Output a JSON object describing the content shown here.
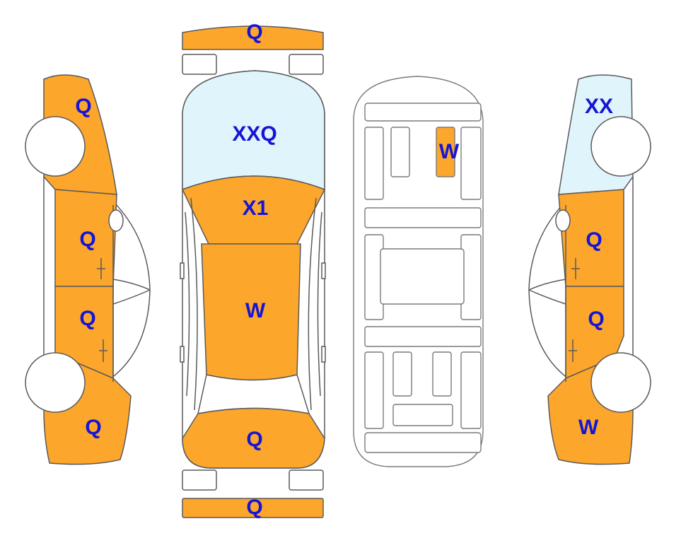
{
  "colors": {
    "damage_fill": "#FCA62C",
    "glass_damage_fill": "#E0F4FB",
    "outline": "#5A5A5A",
    "panel_outline": "#7A7A7A",
    "label_text": "#1515D6",
    "background": "#FFFFFF"
  },
  "labels": {
    "front_bumper": "Q",
    "windshield": "XXQ",
    "hood": "X1",
    "roof": "W",
    "trunk": "Q",
    "rear_bumper": "Q",
    "underbody_panel": "W",
    "left_front_fender": "Q",
    "left_front_door": "Q",
    "left_rear_door": "Q",
    "left_rear_quarter": "Q",
    "right_windshield_side": "XX",
    "right_front_door": "Q",
    "right_rear_door": "Q",
    "right_rear_quarter": "W"
  }
}
